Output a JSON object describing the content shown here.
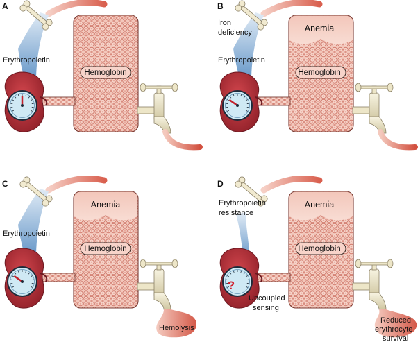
{
  "panels": [
    {
      "id": "A",
      "letter": "A",
      "labels": {
        "erythropoietin": "Erythropoietin",
        "hemoglobin": "Hemoglobin",
        "anemia": "",
        "extra_top": "",
        "extra_bottom": "",
        "outflow": ""
      },
      "gauge": "normal"
    },
    {
      "id": "B",
      "letter": "B",
      "labels": {
        "erythropoietin": "Erythropoietin",
        "hemoglobin": "Hemoglobin",
        "anemia": "Anemia",
        "extra_top": "Iron deficiency",
        "extra_bottom": "",
        "outflow": ""
      },
      "gauge": "low"
    },
    {
      "id": "C",
      "letter": "C",
      "labels": {
        "erythropoietin": "Erythropoietin",
        "hemoglobin": "Hemoglobin",
        "anemia": "Anemia",
        "extra_top": "",
        "extra_bottom": "",
        "outflow": "Hemolysis"
      },
      "gauge": "low"
    },
    {
      "id": "D",
      "letter": "D",
      "labels": {
        "erythropoietin": "Erythropoietin resistance",
        "hemoglobin": "Hemoglobin",
        "anemia": "Anemia",
        "extra_top": "",
        "extra_bottom": "Uncoupled sensing",
        "outflow": "Reduced erythrocyte survival"
      },
      "gauge": "unknown",
      "gauge_symbol": "?"
    }
  ],
  "colors": {
    "blood": "#e8a293",
    "blood_dark": "#c96a5c",
    "tank_fill": "#f3c7bb",
    "tank_light": "#f8ddd5",
    "kidney": "#b8323a",
    "kidney_dark": "#8e1f28",
    "epo_blue": "#5a8fc4",
    "bone": "#f1ead0",
    "faucet": "#ede6c8",
    "gauge_face": "#cfe9f4",
    "needle": "#c4212b"
  },
  "icons": [
    "bone-icon",
    "kidney-icon",
    "gauge-icon",
    "faucet-icon",
    "blood-cell-icon"
  ]
}
